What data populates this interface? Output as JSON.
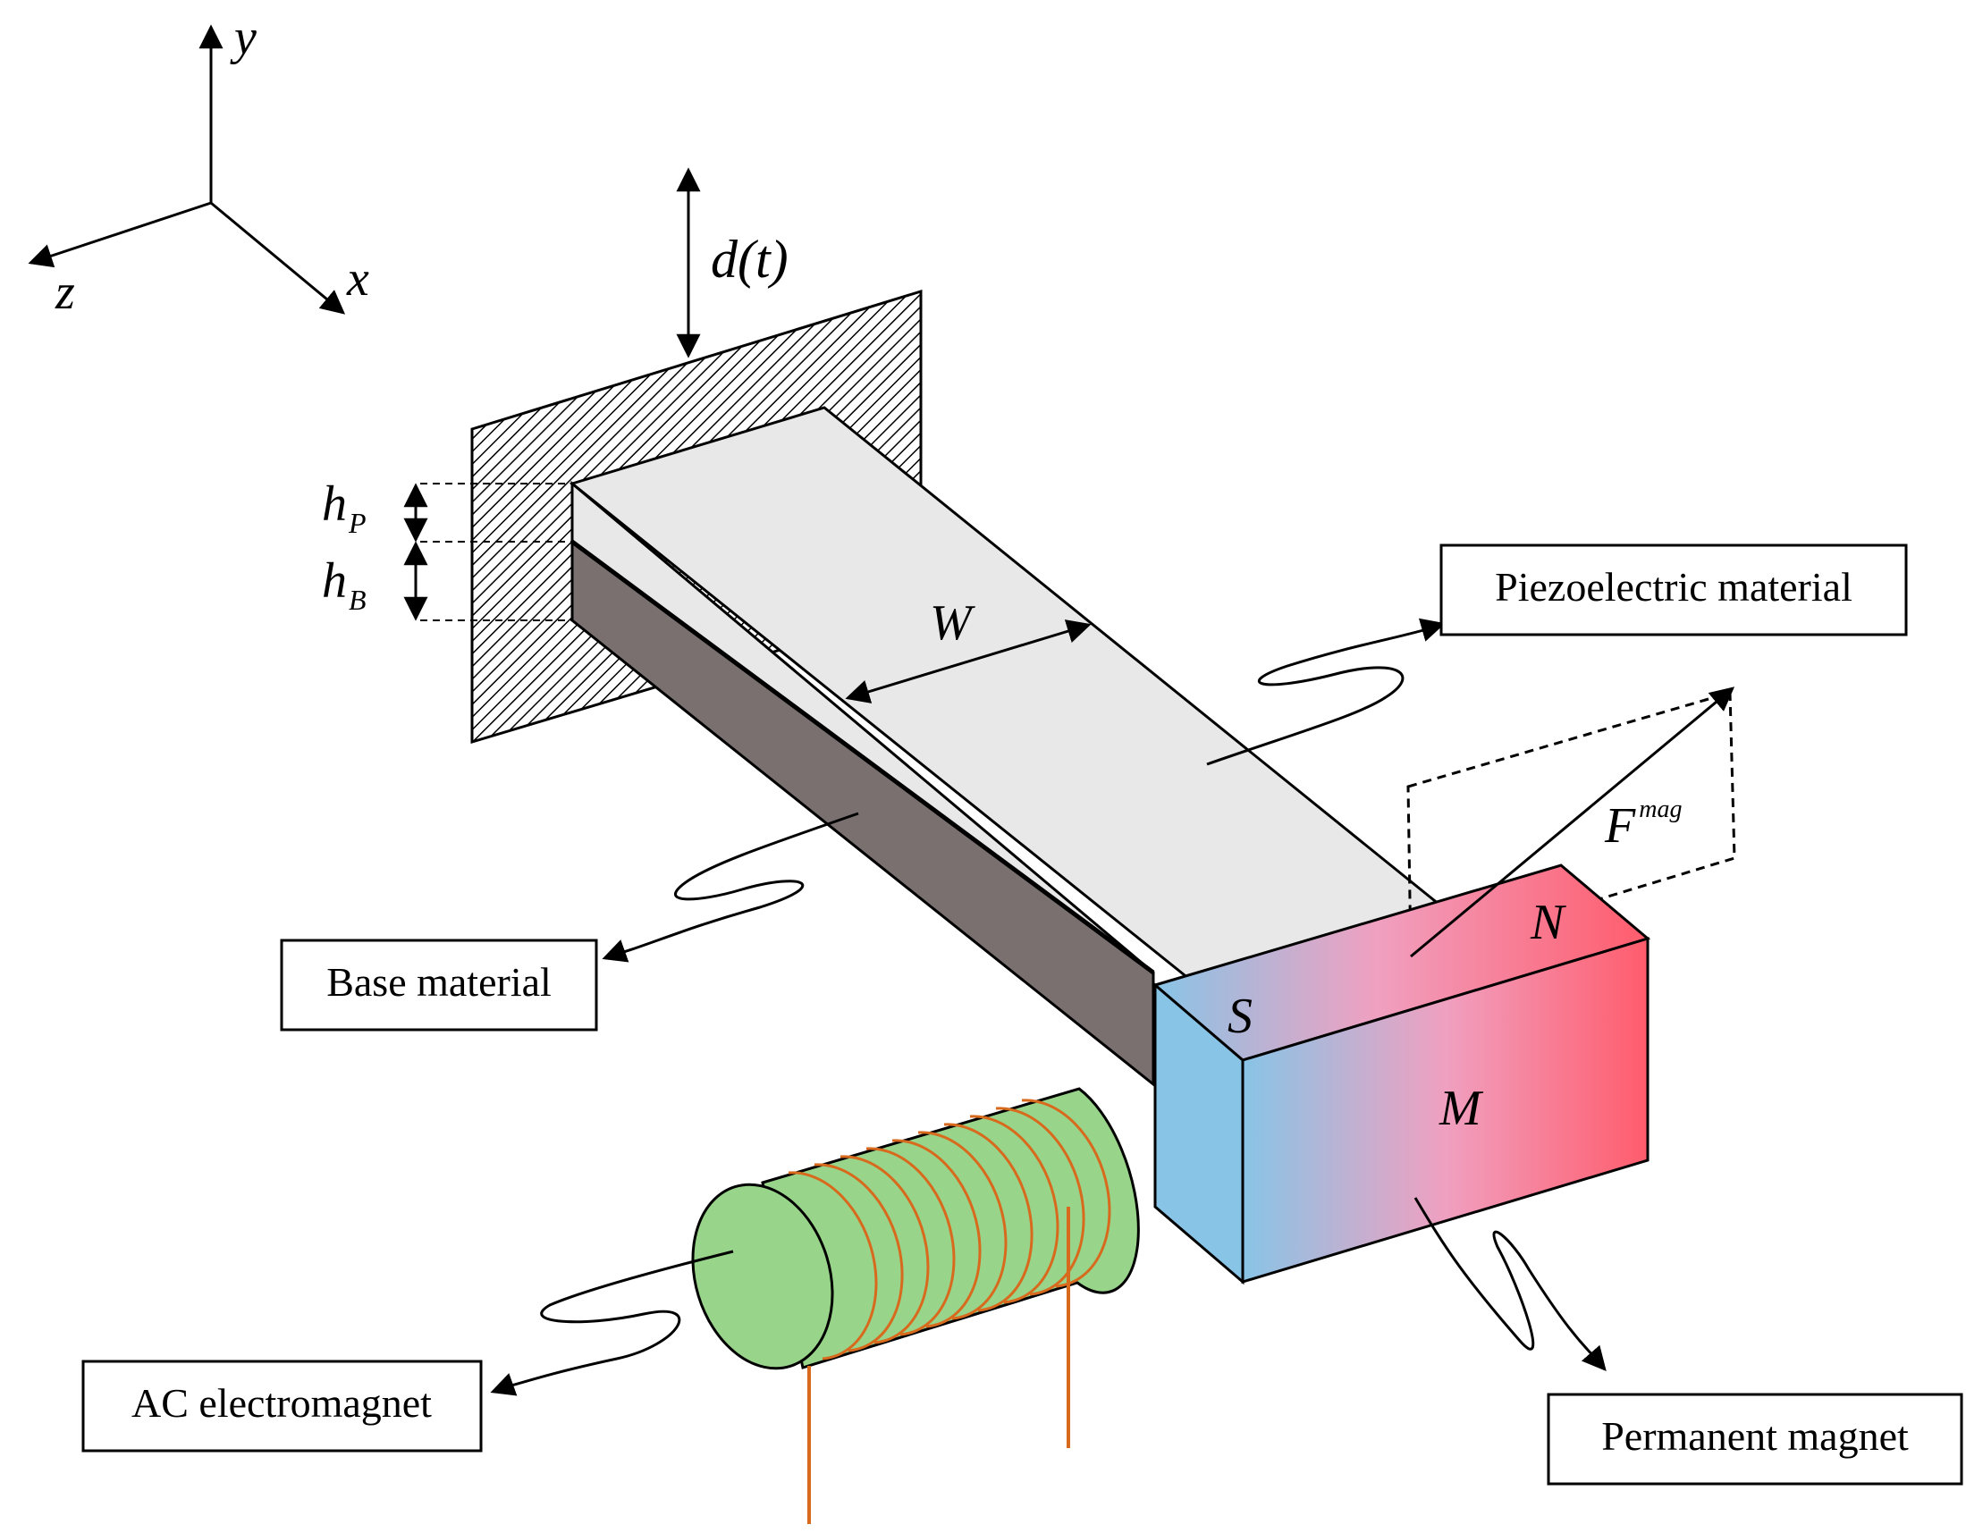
{
  "axes": {
    "y": "y",
    "z": "z",
    "x": "x"
  },
  "symbols": {
    "displacement": "d(t)",
    "h_p": "h",
    "h_p_sub": "P",
    "h_b": "h",
    "h_b_sub": "B",
    "width": "W",
    "force": "F",
    "force_sup": "mag",
    "north": "N",
    "south": "S",
    "magnetization": "M"
  },
  "labels": {
    "piezo": "Piezoelectric material",
    "base": "Base material",
    "electromagnet": "AC electromagnet",
    "permanent": "Permanent magnet"
  },
  "colors": {
    "piezo_top": "#e8e8e8",
    "base_side": "#7a7070",
    "magnet_south": "#88c4e6",
    "magnet_north": "#ff5c6c",
    "magnet_mid": "#f0a0c0",
    "coil_body": "#98d48a",
    "coil_wire": "#d86a1e",
    "line": "#000000"
  }
}
